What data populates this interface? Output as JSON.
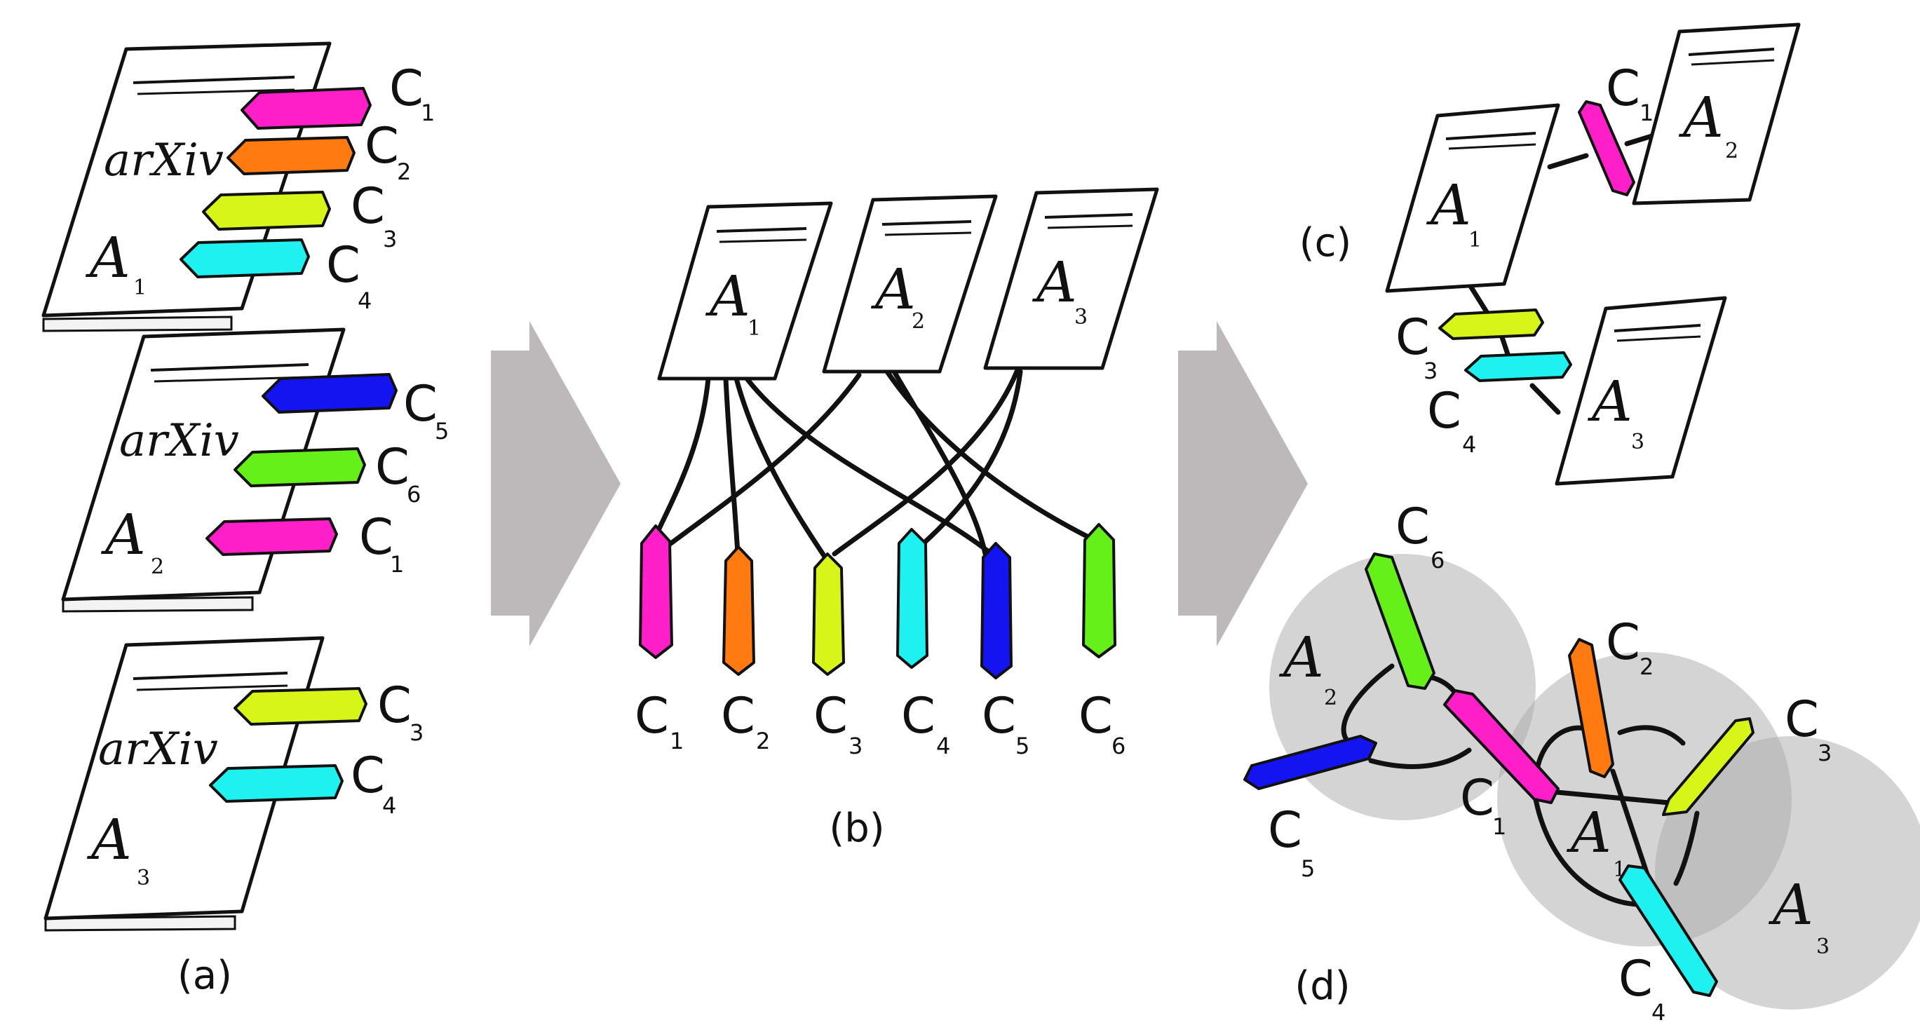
{
  "panels": {
    "a": {
      "label": "(a)"
    },
    "b": {
      "label": "(b)"
    },
    "c": {
      "label": "(c)"
    },
    "d": {
      "label": "(d)"
    }
  },
  "brand": "arXiv",
  "articles": {
    "A1": {
      "letter": "A",
      "sub": "1"
    },
    "A2": {
      "letter": "A",
      "sub": "2"
    },
    "A3": {
      "letter": "A",
      "sub": "3"
    }
  },
  "concepts": {
    "C1": {
      "letter": "C",
      "sub": "1",
      "color": "#ff1fc8"
    },
    "C2": {
      "letter": "C",
      "sub": "2",
      "color": "#ff7a10"
    },
    "C3": {
      "letter": "C",
      "sub": "3",
      "color": "#d8f51a"
    },
    "C4": {
      "letter": "C",
      "sub": "4",
      "color": "#1ff0f0"
    },
    "C5": {
      "letter": "C",
      "sub": "5",
      "color": "#1414f0"
    },
    "C6": {
      "letter": "C",
      "sub": "6",
      "color": "#66f01a"
    }
  },
  "arrow_color": "#bdb9bb",
  "bubble_color": "#a9a9a9"
}
